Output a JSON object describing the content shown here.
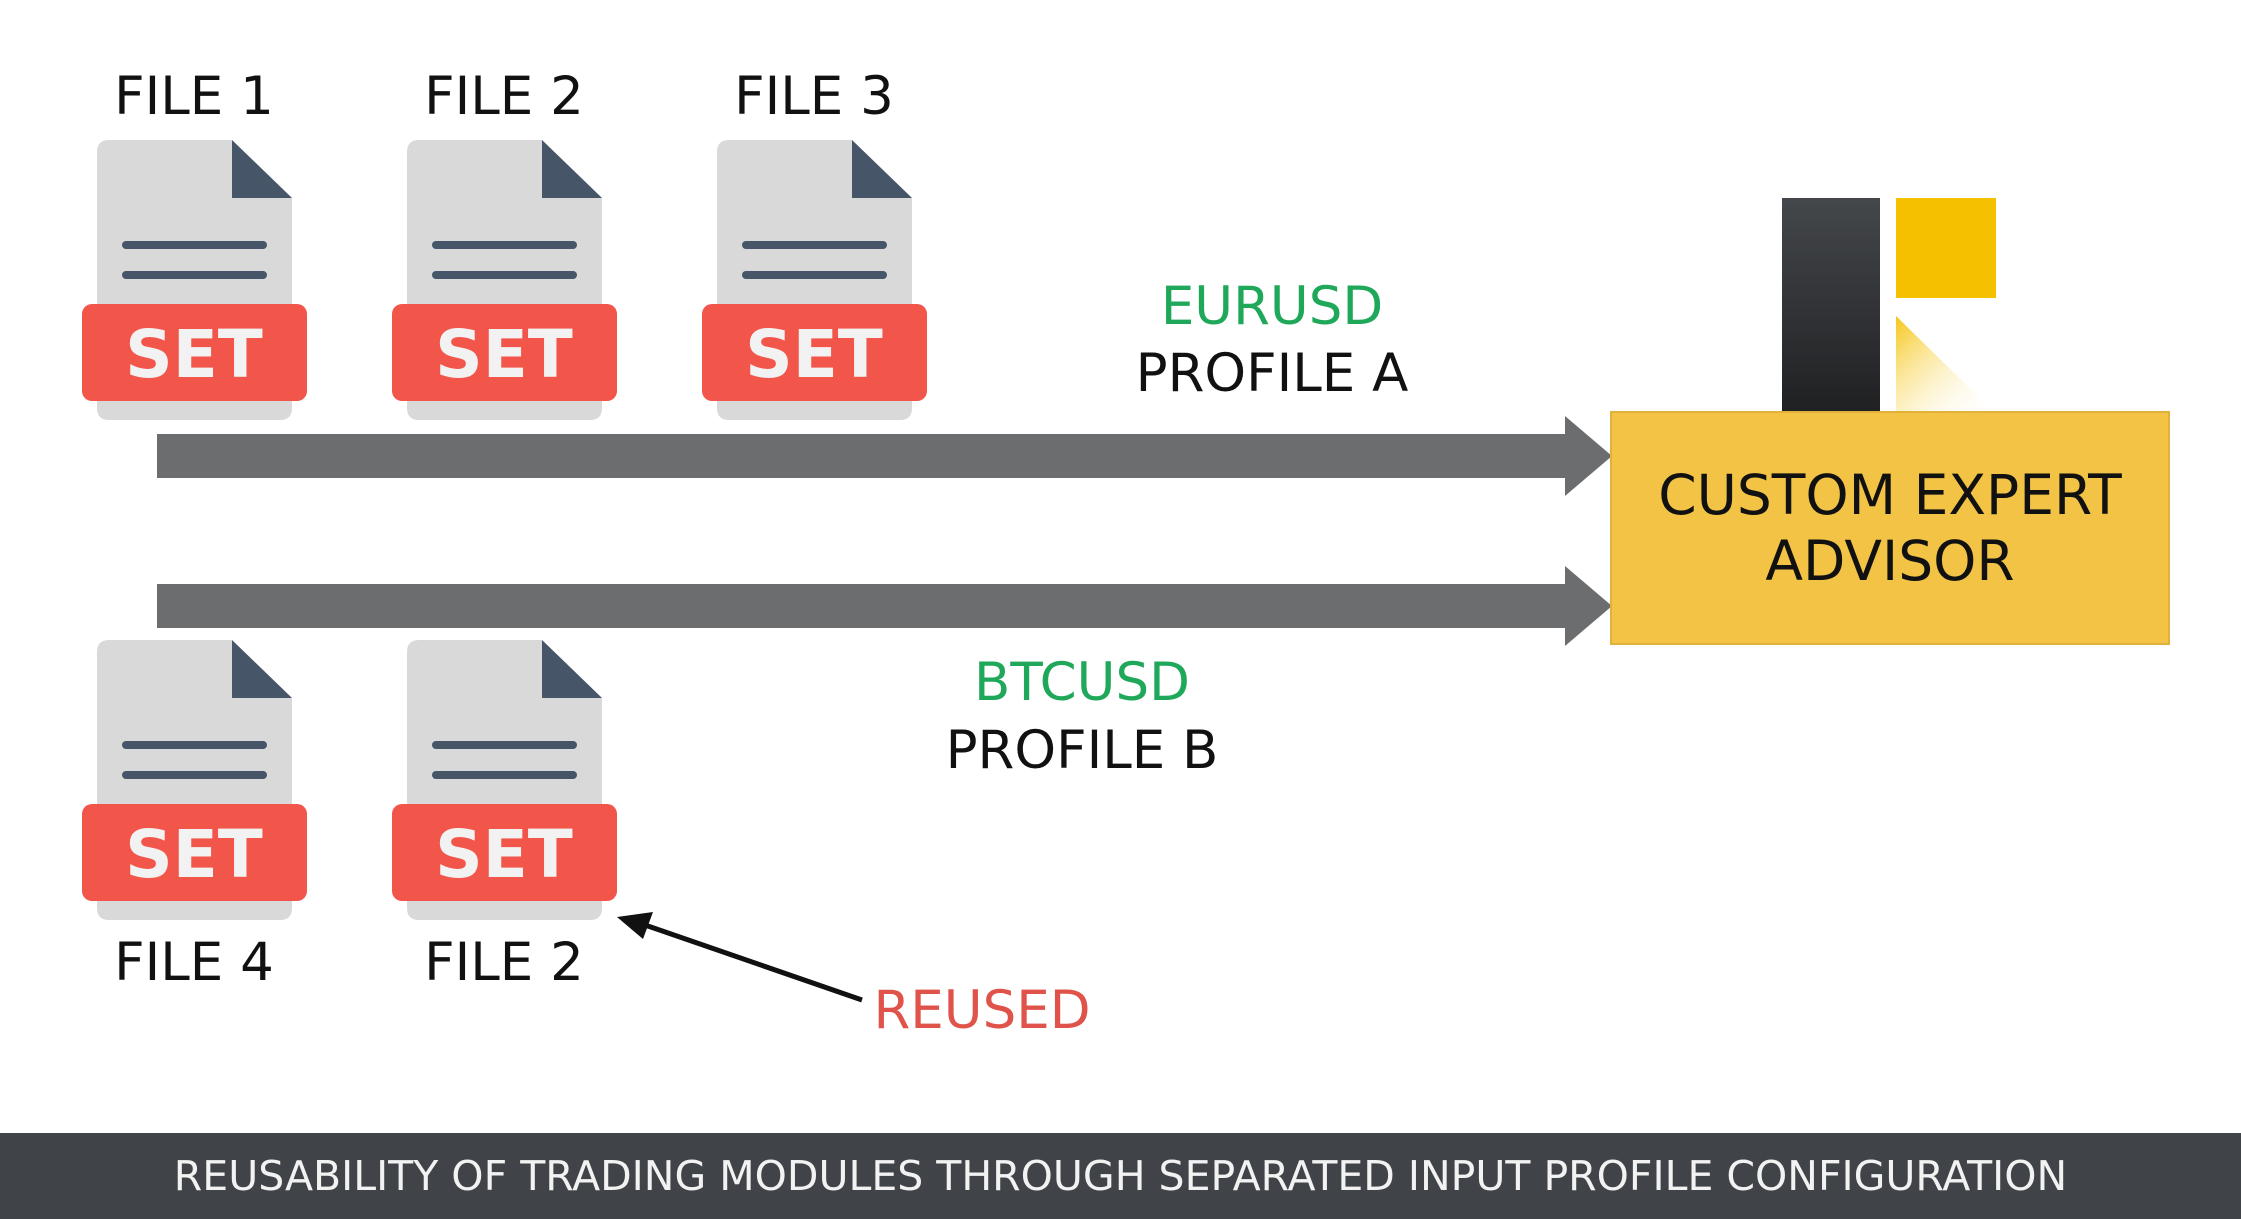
{
  "colors": {
    "arrow": "#6c6d6f",
    "set_badge": "#f2564b",
    "file_body": "#d9d9d9",
    "file_lines": "#475569",
    "advisor_box": "#f2c345",
    "symbol_green": "#1fa85a",
    "reused_red": "#e0534a",
    "footer_bg": "#404448",
    "logo_dark": "#2b2d30",
    "logo_yellow": "#f5c000"
  },
  "files_top": [
    {
      "label": "FILE 1",
      "badge": "SET",
      "icon": "file-icon"
    },
    {
      "label": "FILE 2",
      "badge": "SET",
      "icon": "file-icon"
    },
    {
      "label": "FILE 3",
      "badge": "SET",
      "icon": "file-icon"
    }
  ],
  "files_bottom": [
    {
      "label": "FILE 4",
      "badge": "SET",
      "icon": "file-icon"
    },
    {
      "label": "FILE 2",
      "badge": "SET",
      "icon": "file-icon"
    }
  ],
  "profile_a": {
    "symbol": "EURUSD",
    "name": "PROFILE A"
  },
  "profile_b": {
    "symbol": "BTCUSD",
    "name": "PROFILE B"
  },
  "advisor": {
    "line1": "CUSTOM EXPERT",
    "line2": "ADVISOR"
  },
  "reused_label": "REUSED",
  "logo": {
    "icon": "brand-logo-icon"
  },
  "footer": {
    "caption": "REUSABILITY OF TRADING MODULES THROUGH SEPARATED INPUT PROFILE CONFIGURATION"
  }
}
